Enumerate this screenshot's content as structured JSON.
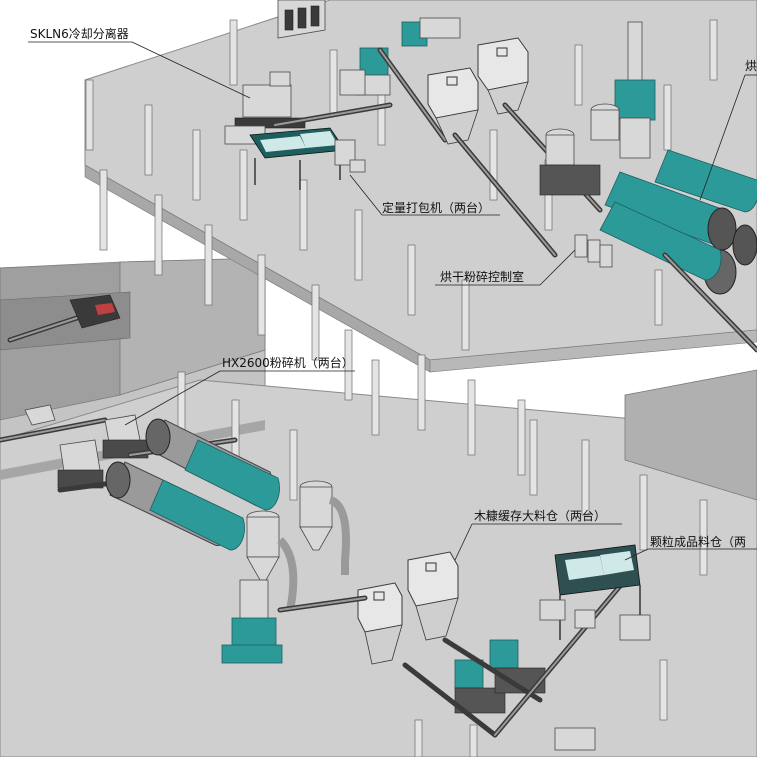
{
  "labels": {
    "cooler": "SKLN6冷却分离器",
    "packer": "定量打包机（两台）",
    "dryer_top": "烘",
    "control_room": "烘干粉碎控制室",
    "crusher": "HX2600粉碎机（两台）",
    "sawdust_silo": "木糠缓存大料仓（两台）",
    "pellet_silo": "颗粒成品料仓（两"
  },
  "colors": {
    "accent": "#2d9a9a",
    "floor": "#cfcfcf",
    "wall": "#a9a9a9"
  }
}
